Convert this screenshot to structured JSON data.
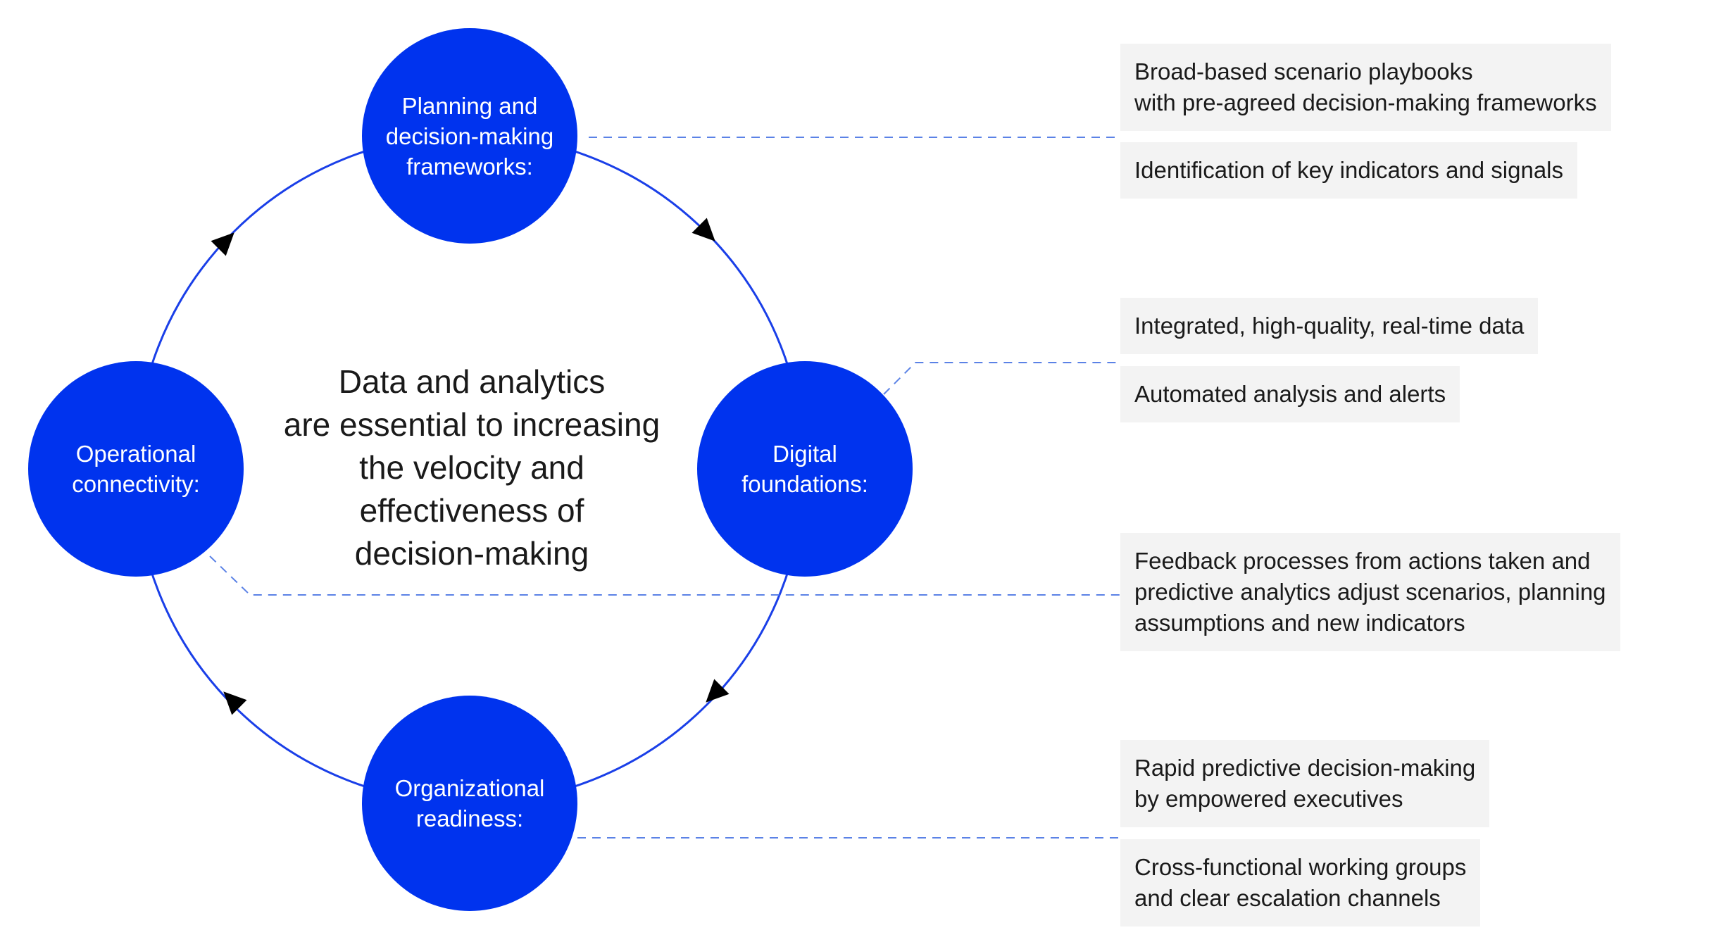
{
  "colors": {
    "node": "#0033ee",
    "ring": "#1a3fe8",
    "connector": "#5b82e6",
    "box_bg": "#f3f3f3",
    "arrow": "#000000"
  },
  "center_text": "Data and analytics\nare essential to increasing\nthe velocity and\neffectiveness of\ndecision-making",
  "nodes": {
    "planning": "Planning and\ndecision-making\nframeworks:",
    "digital": "Digital\nfoundations:",
    "organizational": "Organizational\nreadiness:",
    "operational": "Operational\nconnectivity:"
  },
  "boxes": {
    "planning_1": "Broad-based scenario playbooks\nwith pre-agreed decision-making frameworks",
    "planning_2": "Identification of key indicators and signals",
    "digital_1": "Integrated, high-quality, real-time data",
    "digital_2": "Automated analysis and alerts",
    "operational_1": "Feedback processes from actions taken and\npredictive analytics adjust scenarios, planning\nassumptions and new indicators",
    "organizational_1": "Rapid predictive decision-making\nby empowered executives",
    "organizational_2": "Cross-functional working groups\nand clear escalation channels"
  }
}
